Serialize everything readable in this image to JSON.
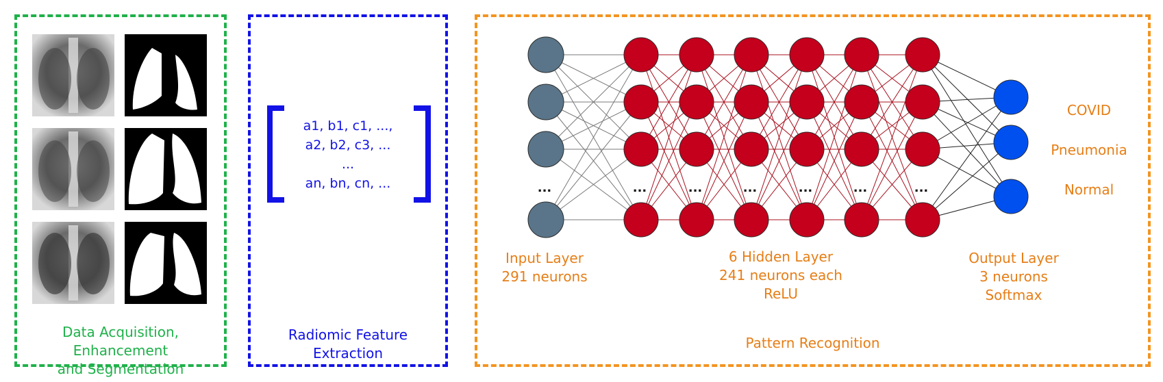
{
  "panels": {
    "acquisition": {
      "title": "Data Acquisition, Enhancement\nand Segmentation"
    },
    "extraction": {
      "title": "Radiomic Feature\nExtraction"
    },
    "recognition": {
      "title": "Pattern Recognition"
    }
  },
  "feature_vector": {
    "rows": [
      "a1, b1, c1, ...,",
      "a2, b2, c3, ...",
      "...",
      "an, bn, cn, ..."
    ]
  },
  "network": {
    "input_layer": {
      "label": "Input Layer\n291 neurons",
      "ellipsis": "..."
    },
    "hidden_layers": {
      "label": "6 Hidden Layer\n241 neurons each\nReLU",
      "ellipsis": "..."
    },
    "output_layer": {
      "label": "Output Layer\n3 neurons\nSoftmax"
    },
    "classes": [
      "COVID",
      "Pneumonia",
      "Normal"
    ]
  },
  "colors": {
    "acquisition": "#1fb14a",
    "extraction": "#1212e6",
    "recognition": "#f39420",
    "input_node": "#5a7589",
    "hidden_node": "#c4001c",
    "output_node": "#0050f0"
  }
}
